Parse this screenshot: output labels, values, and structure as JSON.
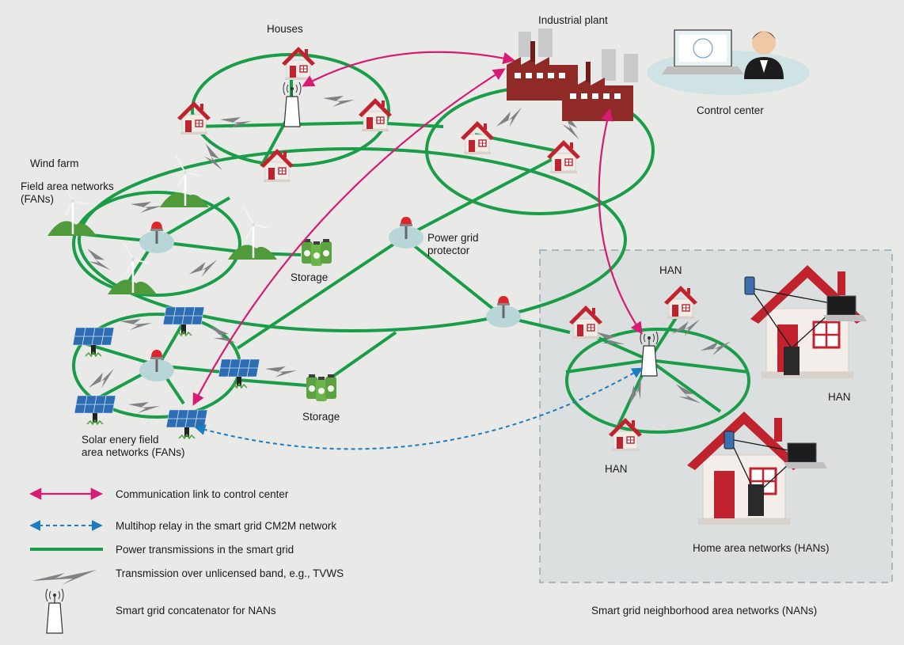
{
  "labels": {
    "houses": "Houses",
    "industrial_plant": "Industrial plant",
    "control_center": "Control center",
    "wind_farm": "Wind farm",
    "fan_line1": "Field area networks",
    "fan_line2": "(FANs)",
    "storage_top": "Storage",
    "storage_bottom": "Storage",
    "power_grid_line1": "Power grid",
    "power_grid_line2": "protector",
    "solar_line1": "Solar enery field",
    "solar_line2": "area networks (FANs)",
    "han_top": "HAN",
    "han_right": "HAN",
    "han_bottom": "HAN",
    "home_area_networks": "Home area networks (HANs)",
    "nan_title": "Smart grid neighborhood area networks (NANs)"
  },
  "legend": [
    {
      "label": "Communication link to control center"
    },
    {
      "label": "Multihop relay in the smart grid CM2M network"
    },
    {
      "label": "Power transmissions in the smart grid"
    },
    {
      "label": "Transmission over unlicensed band, e.g., TVWS"
    },
    {
      "label": "Smart grid concatenator for NANs"
    }
  ],
  "colors": {
    "background": "#e9e9e8",
    "power_line": "#1a9d48",
    "comm_link": "#d81b72",
    "relay": "#1b7cc0",
    "house_roof": "#c0232e",
    "house_wall": "#f1ece6",
    "factory": "#8f2a26",
    "lightning": "#808285",
    "nan_box": "#dcdfe0",
    "nan_border": "#8a9aa0",
    "hub": "#b8d6d8",
    "control_ellipse": "#cfe3e5"
  },
  "icons": {
    "house": "house-icon",
    "factory": "factory-icon",
    "wind_turbine": "wind-turbine-icon",
    "solar_panel": "solar-panel-icon",
    "battery": "battery-storage-icon",
    "concentrator": "concentrator-antenna-icon",
    "protector": "grid-protector-icon",
    "laptop": "laptop-icon",
    "person": "operator-icon",
    "phone": "phone-icon",
    "desktop": "desktop-tower-icon",
    "lightning": "wireless-bolt-icon"
  }
}
